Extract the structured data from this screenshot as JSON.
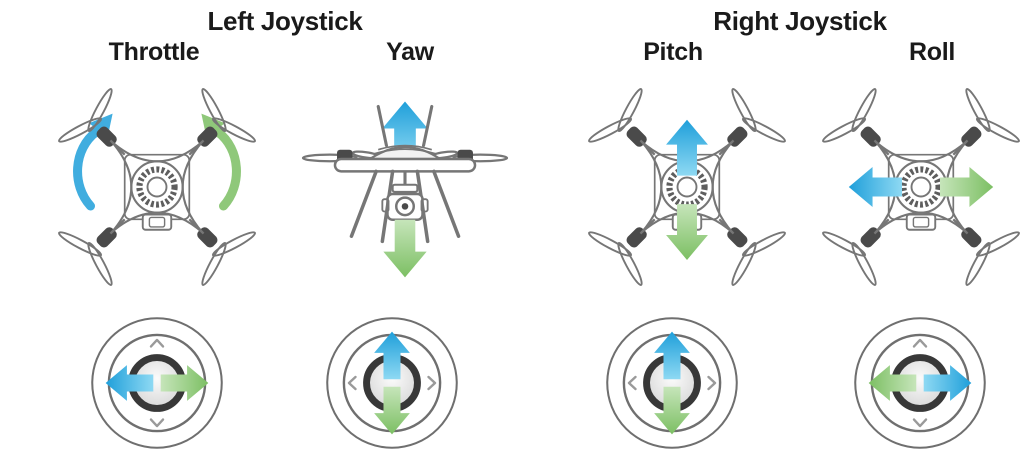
{
  "page": {
    "background": "#ffffff"
  },
  "colors": {
    "background": "#ffffff",
    "text": "#1a1a1a",
    "arrow_blue": "#1f9fda",
    "arrow_blue_light": "#8ed9f3",
    "arrow_green": "#7cbf63",
    "arrow_green_light": "#c6e5ba",
    "line_art": "#767676",
    "dark_parts": "#4a4a4a",
    "ring_dark": "#383838",
    "ring_gray": "#6f6f6f",
    "caret_gray": "#9a9a9a",
    "pad_light": "#fbfbfb",
    "pad_dark": "#d7d7d7"
  },
  "groups": [
    {
      "title": "Left Joystick",
      "columns": [
        {
          "label": "Throttle",
          "drone": {
            "view": "top",
            "arrows": [
              {
                "color": "blue",
                "motion": "rotate-left"
              },
              {
                "color": "green",
                "motion": "rotate-right"
              }
            ]
          },
          "joystick": {
            "arrows": [
              {
                "color": "blue",
                "direction": "left"
              },
              {
                "color": "green",
                "direction": "right"
              }
            ],
            "hint_carets": [
              "up",
              "down"
            ]
          }
        },
        {
          "label": "Yaw",
          "drone": {
            "view": "front",
            "arrows": [
              {
                "color": "blue",
                "motion": "up"
              },
              {
                "color": "green",
                "motion": "down"
              }
            ]
          },
          "joystick": {
            "arrows": [
              {
                "color": "blue",
                "direction": "up"
              },
              {
                "color": "green",
                "direction": "down"
              }
            ],
            "hint_carets": [
              "left",
              "right"
            ]
          }
        }
      ]
    },
    {
      "title": "Right Joystick",
      "columns": [
        {
          "label": "Pitch",
          "drone": {
            "view": "top",
            "arrows": [
              {
                "color": "blue",
                "motion": "forward"
              },
              {
                "color": "green",
                "motion": "backward"
              }
            ]
          },
          "joystick": {
            "arrows": [
              {
                "color": "blue",
                "direction": "up"
              },
              {
                "color": "green",
                "direction": "down"
              }
            ],
            "hint_carets": [
              "left",
              "right"
            ]
          }
        },
        {
          "label": "Roll",
          "drone": {
            "view": "top",
            "arrows": [
              {
                "color": "blue",
                "motion": "left"
              },
              {
                "color": "green",
                "motion": "right"
              }
            ]
          },
          "joystick": {
            "arrows": [
              {
                "color": "green",
                "direction": "left"
              },
              {
                "color": "blue",
                "direction": "right"
              }
            ],
            "hint_carets": [
              "up",
              "down"
            ]
          }
        }
      ]
    }
  ]
}
